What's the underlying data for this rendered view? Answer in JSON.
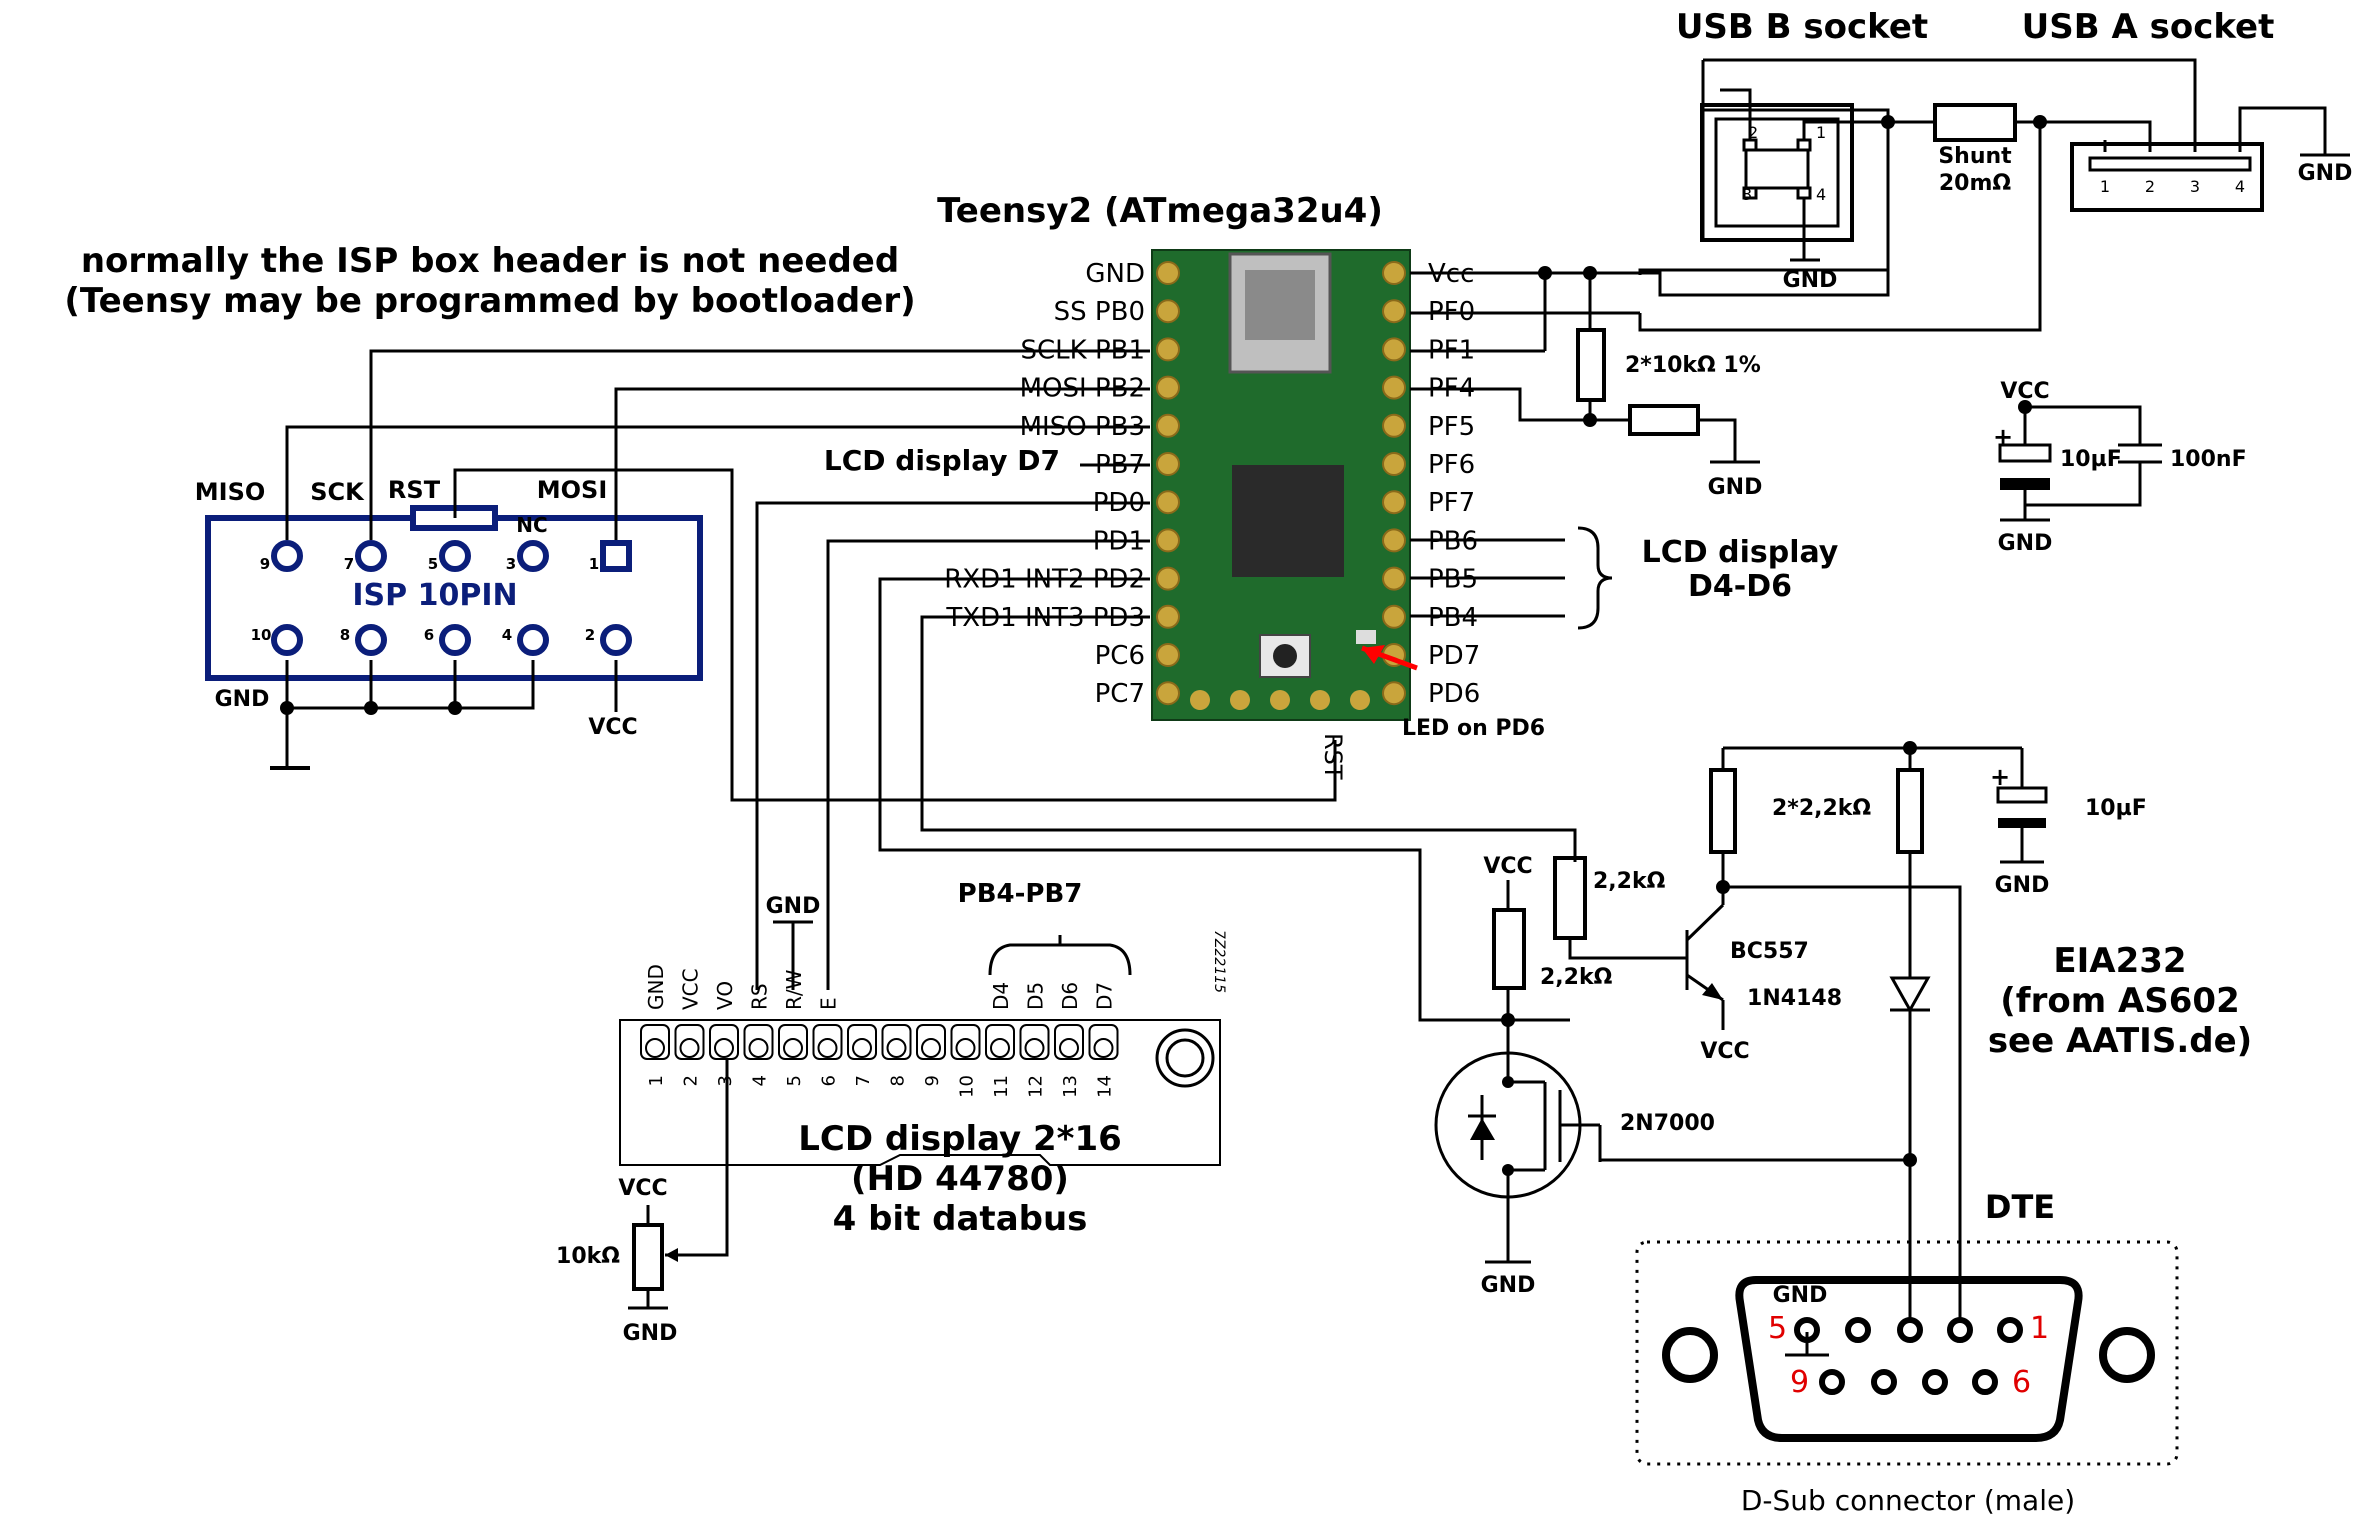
{
  "notes": {
    "isp_line1": "normally the ISP box header is not needed",
    "isp_line2": "(Teensy may be programmed by bootloader)"
  },
  "teensy": {
    "title": "Teensy2 (ATmega32u4)",
    "left_pins": [
      "GND",
      "SS  PB0",
      "SCLK  PB1",
      "MOSI  PB2",
      "MISO  PB3",
      "PB7",
      "PD0",
      "PD1",
      "RXD1 INT2 PD2",
      "TXD1 INT3 PD3",
      "PC6",
      "PC7"
    ],
    "right_pins": [
      "Vcc",
      "PF0",
      "PF1",
      "PF4",
      "PF5",
      "PF6",
      "PF7",
      "PB6",
      "PB5",
      "PB4",
      "PD7",
      "PD6"
    ],
    "rst": "RST",
    "led": "LED on PD6",
    "pb7_label": "LCD display D7",
    "colors": {
      "board": "#1f6b2c",
      "pad": "#c9a53c",
      "arrow": "#ff0000"
    }
  },
  "usb": {
    "b_title": "USB B socket",
    "a_title": "USB A socket",
    "b_pins": [
      "2",
      "1",
      "3",
      "4"
    ],
    "a_pins": [
      "1",
      "2",
      "3",
      "4"
    ],
    "shunt": "Shunt",
    "shunt_value": "20mΩ",
    "gnd_b": "GND",
    "gnd_a": "GND"
  },
  "divider": {
    "label": "2*10kΩ 1%",
    "gnd": "GND"
  },
  "decoupling": {
    "vcc": "VCC",
    "plus": "+",
    "c1": "10µF",
    "c2": "100nF",
    "gnd": "GND"
  },
  "lcd_bus": {
    "label1": "LCD display",
    "label2": "D4-D6"
  },
  "isp": {
    "title": "ISP 10PIN",
    "top_labels": [
      "MISO",
      "SCK",
      "RST",
      "MOSI"
    ],
    "nc": "NC",
    "top_nums": [
      "9",
      "7",
      "5",
      "3",
      "1"
    ],
    "bottom_nums": [
      "10",
      "8",
      "6",
      "4",
      "2"
    ],
    "gnd": "GND",
    "vcc": "VCC",
    "color": "#0b1e7a"
  },
  "lcd": {
    "pin_labels": [
      "GND",
      "VCC",
      "VO",
      "RS",
      "R/W",
      "E",
      "D4",
      "D5",
      "D6",
      "D7"
    ],
    "pin_nums": [
      "1",
      "2",
      "3",
      "4",
      "5",
      "6",
      "7",
      "8",
      "9",
      "10",
      "11",
      "12",
      "13",
      "14"
    ],
    "pb_group": "PB4-PB7",
    "gnd_rw": "GND",
    "code": "7Z22115",
    "title1": "LCD display 2*16",
    "title2": "(HD 44780)",
    "title3": "4 bit databus",
    "pot_vcc": "VCC",
    "pot_value": "10kΩ",
    "pot_gnd": "GND"
  },
  "eia": {
    "r_pair": "2*2,2kΩ",
    "plus": "+",
    "cap": "10µF",
    "cap_gnd": "GND",
    "r_base": "2,2kΩ",
    "vcc_gate": "VCC",
    "r_gate": "2,2kΩ",
    "transistor": "BC557",
    "transistor_vcc": "VCC",
    "diode": "1N4148",
    "mosfet": "2N7000",
    "mosfet_gnd": "GND",
    "title1": "EIA232",
    "title2": "(from AS602",
    "title3": "see AATIS.de)"
  },
  "dsub": {
    "dte": "DTE",
    "gnd": "GND",
    "pin5": "5",
    "pin1": "1",
    "pin9": "9",
    "pin6": "6",
    "caption": "D-Sub connector (male)",
    "number_color": "#e00000"
  }
}
